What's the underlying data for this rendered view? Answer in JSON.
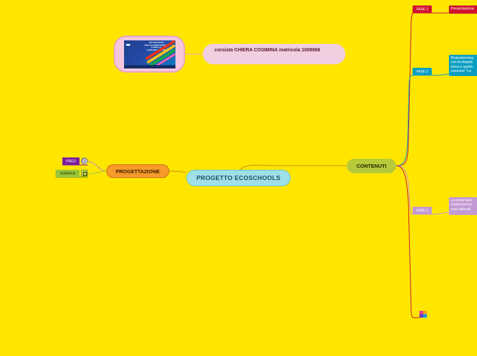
{
  "map": {
    "central_title": "PROGETTO ECOSCHOOLS",
    "branches": {
      "contenuti": "CONTENUTI",
      "progettazione": "PROGETTAZIONE",
      "student": "corsista CHIERA COSIMINA matricola 1009066"
    },
    "image_cover": {
      "title_lines": [
        "TECNOLOGIE",
        "DELLA FORMAZIONE",
        "E DELLA",
        "COMUNICAZIONE"
      ]
    },
    "fasi": [
      {
        "label": "FASE 1",
        "detail": "Presentazione",
        "color": "#d0132f"
      },
      {
        "label": "FASE 2",
        "detail": "Brainstorming con la doppia tema e quello canzone \"La",
        "color": "#0c9fc2"
      },
      {
        "label": "FASE 3",
        "detail": "La terza fase realizzazione suoi ottenuti",
        "color": "#c39ad4"
      }
    ],
    "progettazione_items": [
      {
        "label": "PREZI",
        "icon": "globe-icon",
        "color": "#7d1c9e"
      },
      {
        "label": "VERIFICA",
        "icon": "document-icon",
        "color": "#9ac43a"
      }
    ],
    "colors": {
      "background": "#ffe600",
      "central": "#9fe0e8",
      "contenuti": "#b6c93a",
      "progettazione": "#f79a2a",
      "student": "#f2cfe0",
      "link": "#c9961f"
    }
  }
}
